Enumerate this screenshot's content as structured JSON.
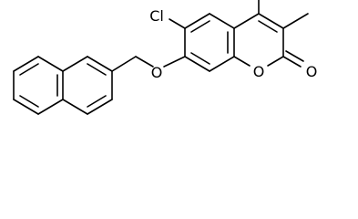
{
  "molecule": {
    "atom_labels": {
      "chlorine": "Cl",
      "ether_oxygen": "O",
      "ring_oxygen": "O",
      "carbonyl_oxygen": "O"
    },
    "colors": {
      "bond": "#000000",
      "text": "#000000",
      "background": "#ffffff"
    }
  }
}
